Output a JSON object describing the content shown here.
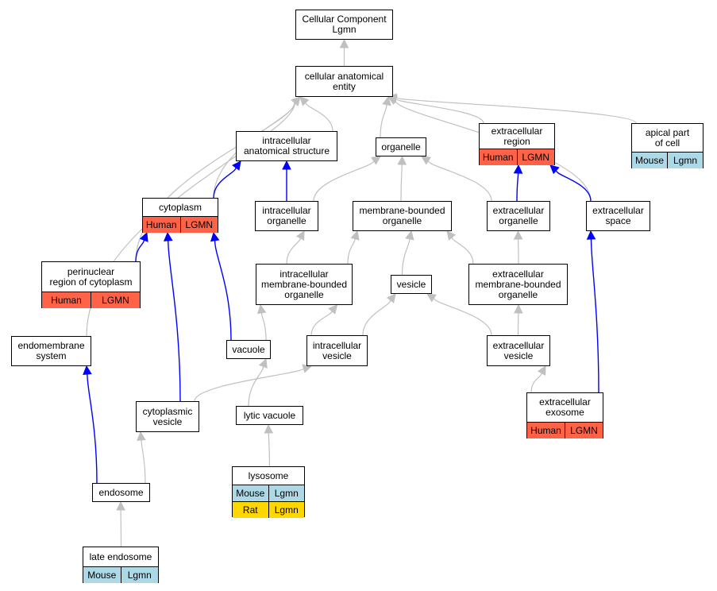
{
  "colors": {
    "human": "#ff6347",
    "mouse": "#add8e6",
    "rat": "#ffd700",
    "is_a_edge": "#c0c0c0",
    "part_of_edge": "#0000ff"
  },
  "nodes": {
    "root": {
      "label": "Cellular Component\nLgmn",
      "rows": []
    },
    "cae": {
      "label": "cellular anatomical\nentity",
      "rows": []
    },
    "ias": {
      "label": "intracellular\nanatomical structure",
      "rows": []
    },
    "organelle": {
      "label": "organelle",
      "rows": []
    },
    "ecr": {
      "label": "extracellular\nregion",
      "rows": [
        {
          "bg": "human",
          "cells": [
            "Human",
            "LGMN"
          ]
        }
      ]
    },
    "apical": {
      "label": "apical part\nof cell",
      "rows": [
        {
          "bg": "mouse",
          "cells": [
            "Mouse",
            "Lgmn"
          ]
        }
      ]
    },
    "cytoplasm": {
      "label": "cytoplasm",
      "rows": [
        {
          "bg": "human",
          "cells": [
            "Human",
            "LGMN"
          ]
        }
      ]
    },
    "io": {
      "label": "intracellular\norganelle",
      "rows": []
    },
    "mbo": {
      "label": "membrane-bounded\norganelle",
      "rows": []
    },
    "eo": {
      "label": "extracellular\norganelle",
      "rows": []
    },
    "ecs": {
      "label": "extracellular\nspace",
      "rows": []
    },
    "perinuclear": {
      "label": "perinuclear\nregion of cytoplasm",
      "rows": [
        {
          "bg": "human",
          "cells": [
            "Human",
            "LGMN"
          ]
        }
      ]
    },
    "imbo": {
      "label": "intracellular\nmembrane-bounded\norganelle",
      "rows": []
    },
    "vesicle": {
      "label": "vesicle",
      "rows": []
    },
    "embo": {
      "label": "extracellular\nmembrane-bounded\norganelle",
      "rows": []
    },
    "endomembrane": {
      "label": "endomembrane\nsystem",
      "rows": []
    },
    "vacuole": {
      "label": "vacuole",
      "rows": []
    },
    "iv": {
      "label": "intracellular\nvesicle",
      "rows": []
    },
    "ev": {
      "label": "extracellular\nvesicle",
      "rows": []
    },
    "cv": {
      "label": "cytoplasmic\nvesicle",
      "rows": []
    },
    "lytic": {
      "label": "lytic vacuole",
      "rows": []
    },
    "exosome": {
      "label": "extracellular\nexosome",
      "rows": [
        {
          "bg": "human",
          "cells": [
            "Human",
            "LGMN"
          ]
        }
      ]
    },
    "endosome": {
      "label": "endosome",
      "rows": []
    },
    "lysosome": {
      "label": "lysosome",
      "rows": [
        {
          "bg": "mouse",
          "cells": [
            "Mouse",
            "Lgmn"
          ]
        },
        {
          "bg": "rat",
          "cells": [
            "Rat",
            "Lgmn"
          ]
        }
      ]
    },
    "late": {
      "label": "late endosome",
      "rows": [
        {
          "bg": "mouse",
          "cells": [
            "Mouse",
            "Lgmn"
          ]
        }
      ]
    }
  },
  "edges": [
    {
      "from": "cae",
      "to": "root",
      "type": "is_a"
    },
    {
      "from": "ias",
      "to": "cae",
      "type": "is_a"
    },
    {
      "from": "organelle",
      "to": "cae",
      "type": "is_a"
    },
    {
      "from": "ecr",
      "to": "cae",
      "type": "is_a"
    },
    {
      "from": "apical",
      "to": "cae",
      "type": "is_a"
    },
    {
      "from": "cytoplasm",
      "to": "cae",
      "type": "is_a"
    },
    {
      "from": "perinuclear",
      "to": "cae",
      "type": "is_a"
    },
    {
      "from": "endomembrane",
      "to": "cae",
      "type": "is_a"
    },
    {
      "from": "ecs",
      "to": "cae",
      "type": "is_a"
    },
    {
      "from": "cytoplasm",
      "to": "ias",
      "type": "part_of"
    },
    {
      "from": "io",
      "to": "ias",
      "type": "part_of"
    },
    {
      "from": "io",
      "to": "organelle",
      "type": "is_a"
    },
    {
      "from": "mbo",
      "to": "organelle",
      "type": "is_a"
    },
    {
      "from": "eo",
      "to": "organelle",
      "type": "is_a"
    },
    {
      "from": "eo",
      "to": "ecr",
      "type": "part_of"
    },
    {
      "from": "ecs",
      "to": "ecr",
      "type": "part_of"
    },
    {
      "from": "perinuclear",
      "to": "cytoplasm",
      "type": "part_of"
    },
    {
      "from": "vacuole",
      "to": "cytoplasm",
      "type": "part_of"
    },
    {
      "from": "cv",
      "to": "cytoplasm",
      "type": "part_of"
    },
    {
      "from": "imbo",
      "to": "io",
      "type": "is_a"
    },
    {
      "from": "imbo",
      "to": "mbo",
      "type": "is_a"
    },
    {
      "from": "vesicle",
      "to": "mbo",
      "type": "is_a"
    },
    {
      "from": "embo",
      "to": "mbo",
      "type": "is_a"
    },
    {
      "from": "embo",
      "to": "eo",
      "type": "is_a"
    },
    {
      "from": "vacuole",
      "to": "imbo",
      "type": "is_a"
    },
    {
      "from": "iv",
      "to": "imbo",
      "type": "is_a"
    },
    {
      "from": "iv",
      "to": "vesicle",
      "type": "is_a"
    },
    {
      "from": "ev",
      "to": "vesicle",
      "type": "is_a"
    },
    {
      "from": "ev",
      "to": "embo",
      "type": "is_a"
    },
    {
      "from": "cv",
      "to": "iv",
      "type": "is_a"
    },
    {
      "from": "lytic",
      "to": "vacuole",
      "type": "is_a"
    },
    {
      "from": "exosome",
      "to": "ev",
      "type": "is_a"
    },
    {
      "from": "exosome",
      "to": "ecs",
      "type": "part_of"
    },
    {
      "from": "endosome",
      "to": "cv",
      "type": "is_a"
    },
    {
      "from": "endosome",
      "to": "endomembrane",
      "type": "part_of"
    },
    {
      "from": "lysosome",
      "to": "lytic",
      "type": "is_a"
    },
    {
      "from": "late",
      "to": "endosome",
      "type": "is_a"
    }
  ]
}
